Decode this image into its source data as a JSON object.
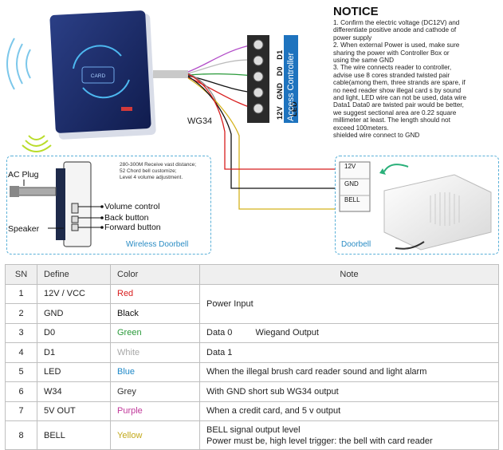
{
  "reader": {
    "card_label": "CARD"
  },
  "wg34_label": "WG34",
  "controller": {
    "label": "Access Controller",
    "terminals": [
      "LED",
      "D1",
      "D0",
      "GND",
      "12V"
    ]
  },
  "notice": {
    "title": "NOTICE",
    "lines": [
      "1. Confirm the electric voltage (DC12V) and",
      "differentiate positive anode and cathode of",
      "power supply",
      "2. When external Power is used, make sure",
      "sharing the power with Controller Box or",
      "using the same GND",
      "3. The wire connects reader to controller,",
      "advise use 8 cores stranded twisted pair",
      "cable(among them, three strands are spare, if",
      "no need reader show illegal card s by sound",
      "and light, LED wire can not be used, data wire",
      "Data1 Data0 are twisted pair would be better,",
      "we suggest sectional area are 0.22 square",
      "millimeter at least. The length should not",
      "exceed 100meters.",
      "shielded wire connect to GND"
    ]
  },
  "wireless": {
    "spec_lines": [
      "280-300M Receive vast distance;",
      "52 Chord bell customize;",
      "Level 4 volume adjustment."
    ],
    "ac_plug": "AC Plug",
    "speaker": "Speaker",
    "volume_control": "Volume control",
    "back_button": "Back button",
    "forward_button": "Forward button",
    "caption": "Wireless Doorbell"
  },
  "doorbell": {
    "terminals": [
      "12V",
      "GND",
      "BELL"
    ],
    "caption": "Doorbell"
  },
  "colors": {
    "reader_body": "#1a2d6e",
    "controller_blue": "#1e73be",
    "accent_blue": "#2a8cc4",
    "wire_red": "#d81e1e",
    "wire_black": "#111111",
    "wire_green": "#2a9a3a",
    "wire_white": "#bbbbbb",
    "wire_blue": "#2a78d0",
    "wire_grey": "#888888",
    "wire_purple": "#b24cc8",
    "wire_yellow": "#d4b21c"
  },
  "table": {
    "headers": [
      "SN",
      "Define",
      "Color",
      "Note"
    ],
    "rows": [
      {
        "sn": "1",
        "define": "12V / VCC",
        "color": "Red",
        "color_hex": "#d81e1e",
        "note": "Power Input"
      },
      {
        "sn": "2",
        "define": "GND",
        "color": "Black",
        "color_hex": "#111111",
        "note": ""
      },
      {
        "sn": "3",
        "define": "D0",
        "color": "Green",
        "color_hex": "#2a9a3a",
        "note": "Data 0",
        "note_extra": "Wiegand  Output"
      },
      {
        "sn": "4",
        "define": "D1",
        "color": "White",
        "color_hex": "#a8a8a8",
        "note": "Data 1"
      },
      {
        "sn": "5",
        "define": "LED",
        "color": "Blue",
        "color_hex": "#1e88c8",
        "note": "When the illegal brush card reader sound and light alarm"
      },
      {
        "sn": "6",
        "define": "W34",
        "color": "Grey",
        "color_hex": "#333333",
        "note": "With GND short sub WG34 output"
      },
      {
        "sn": "7",
        "define": "5V OUT",
        "color": "Purple",
        "color_hex": "#c0389a",
        "note": "When a credit card, and 5 v output"
      },
      {
        "sn": "8",
        "define": "BELL",
        "color": "Yellow",
        "color_hex": "#c2a81a",
        "note": "BELL signal output level",
        "note_line2": "Power must be, high level trigger: the bell with card reader"
      }
    ]
  }
}
